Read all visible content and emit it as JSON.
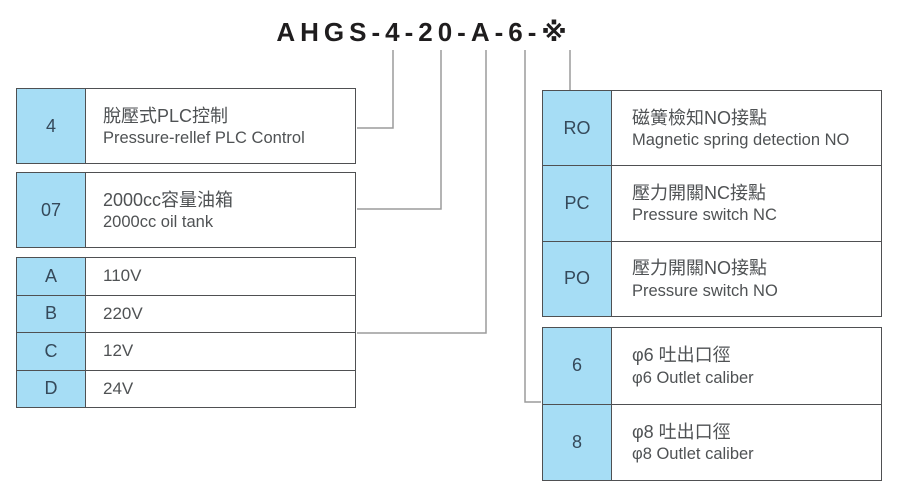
{
  "title": "AHGS-4-20-A-6-※",
  "colors": {
    "cell_blue": "#a6ddf5",
    "border": "#4f5052",
    "connector": "#9b9b9b",
    "text": "#4f5254",
    "code_text": "#35495a",
    "title_color": "#1f1d1e"
  },
  "left_tables": [
    {
      "name": "plc-control",
      "rows": [
        {
          "code": "4",
          "zh": "脫壓式PLC控制",
          "en": "Pressure-rellef PLC Control"
        }
      ]
    },
    {
      "name": "oil-tank",
      "rows": [
        {
          "code": "07",
          "zh": "2000cc容量油箱",
          "en": "2000cc oil tank"
        }
      ]
    },
    {
      "name": "voltage",
      "rows": [
        {
          "code": "A",
          "value": "110V"
        },
        {
          "code": "B",
          "value": "220V"
        },
        {
          "code": "C",
          "value": "12V"
        },
        {
          "code": "D",
          "value": "24V"
        }
      ]
    }
  ],
  "right_tables": [
    {
      "name": "switch-contact",
      "rows": [
        {
          "code": "RO",
          "zh": "磁簧檢知NO接點",
          "en": "Magnetic spring detection NO"
        },
        {
          "code": "PC",
          "zh": "壓力開關NC接點",
          "en": "Pressure switch NC"
        },
        {
          "code": "PO",
          "zh": "壓力開關NO接點",
          "en": "Pressure switch NO"
        }
      ]
    },
    {
      "name": "outlet-caliber",
      "rows": [
        {
          "code": "6",
          "zh": "φ6 吐出口徑",
          "en": "φ6 Outlet caliber"
        },
        {
          "code": "8",
          "zh": "φ8 吐出口徑",
          "en": "φ8 Outlet caliber"
        }
      ]
    }
  ]
}
